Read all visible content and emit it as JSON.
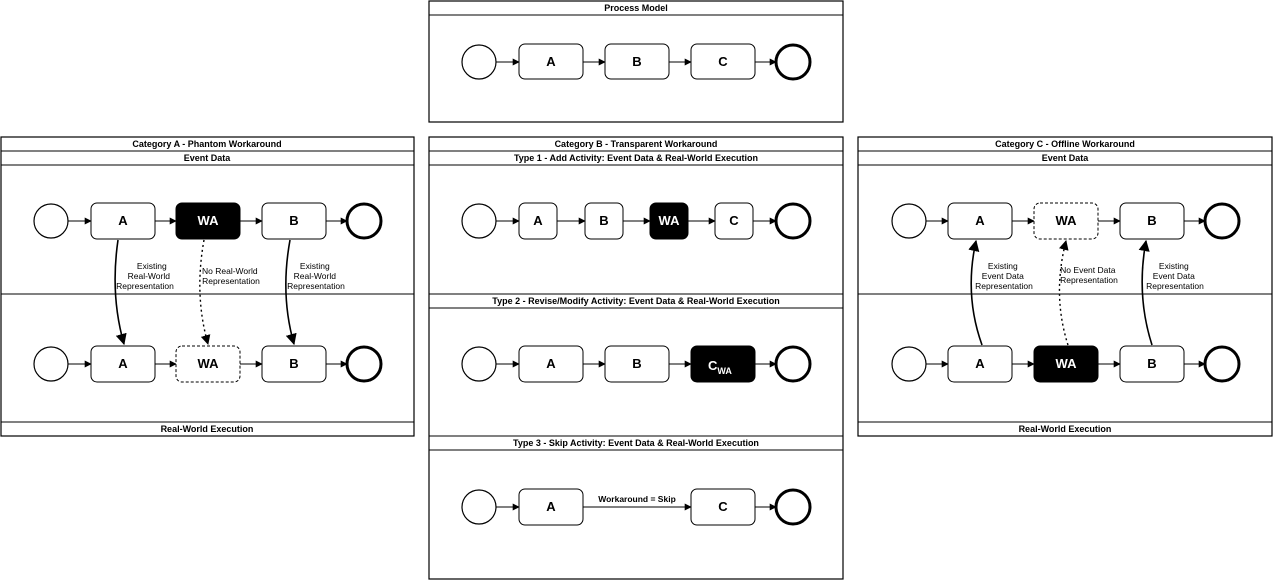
{
  "process_model": {
    "title": "Process Model",
    "nodes": [
      "A",
      "B",
      "C"
    ]
  },
  "category_a": {
    "title": "Category A - Phantom Workaround",
    "top_label": "Event Data",
    "bottom_label": "Real-World Execution",
    "top_nodes": [
      "A",
      "WA",
      "B"
    ],
    "bottom_nodes": [
      "A",
      "WA",
      "B"
    ],
    "annotations": {
      "left": [
        "Existing",
        "Real-World",
        "Representation"
      ],
      "middle": [
        "No Real-World",
        "Representation"
      ],
      "right": [
        "Existing",
        "Real-World",
        "Representation"
      ]
    }
  },
  "category_b": {
    "title": "Category B - Transparent Workaround",
    "type1": {
      "title": "Type 1 - Add Activity: Event Data & Real-World Execution",
      "nodes": [
        "A",
        "B",
        "WA",
        "C"
      ]
    },
    "type2": {
      "title": "Type 2 - Revise/Modify Activity: Event Data & Real-World Execution",
      "nodes": [
        "A",
        "B"
      ],
      "modified_node": {
        "main": "C",
        "subscript": "WA"
      }
    },
    "type3": {
      "title": "Type 3 - Skip  Activity: Event Data & Real-World Execution",
      "nodes": [
        "A",
        "C"
      ],
      "skip_label": "Workaround = Skip"
    }
  },
  "category_c": {
    "title": "Category C - Offline Workaround",
    "top_label": "Event Data",
    "bottom_label": "Real-World Execution",
    "top_nodes": [
      "A",
      "WA",
      "B"
    ],
    "bottom_nodes": [
      "A",
      "WA",
      "B"
    ],
    "annotations": {
      "left": [
        "Existing",
        "Event Data",
        "Representation"
      ],
      "middle": [
        "No Event Data",
        "Representation"
      ],
      "right": [
        "Existing",
        "Event Data",
        "Representation"
      ]
    }
  }
}
